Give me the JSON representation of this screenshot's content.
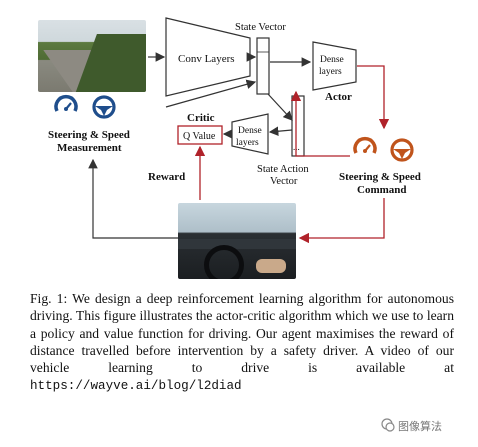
{
  "diagram": {
    "blocks": {
      "conv_layers": "Conv Layers",
      "state_vector": "State Vector",
      "actor_dense": "Dense layers",
      "actor": "Actor",
      "critic": "Critic",
      "q_value": "Q Value",
      "critic_dense": "Dense layers",
      "state_action_vector": "State Action Vector",
      "reward": "Reward",
      "measurement": "Steering & Speed Measurement",
      "command": "Steering & Speed Command",
      "vector_dots": "..."
    },
    "colors": {
      "blue_icon": "#1f4e8c",
      "orange_icon": "#c0541c",
      "red_arrow": "#b0222a",
      "red_box": "#b0222a"
    }
  },
  "caption": {
    "text": "Fig. 1: We design a deep reinforcement learning algorithm for autonomous driving. This figure illustrates the actor-critic algorithm which we use to learn a policy and value function for driving. Our agent maximises the reward of distance travelled before intervention by a safety driver. A video of our vehicle learning to drive is available at",
    "url": "https://wayve.ai/blog/l2diad"
  },
  "watermark": "图像算法"
}
